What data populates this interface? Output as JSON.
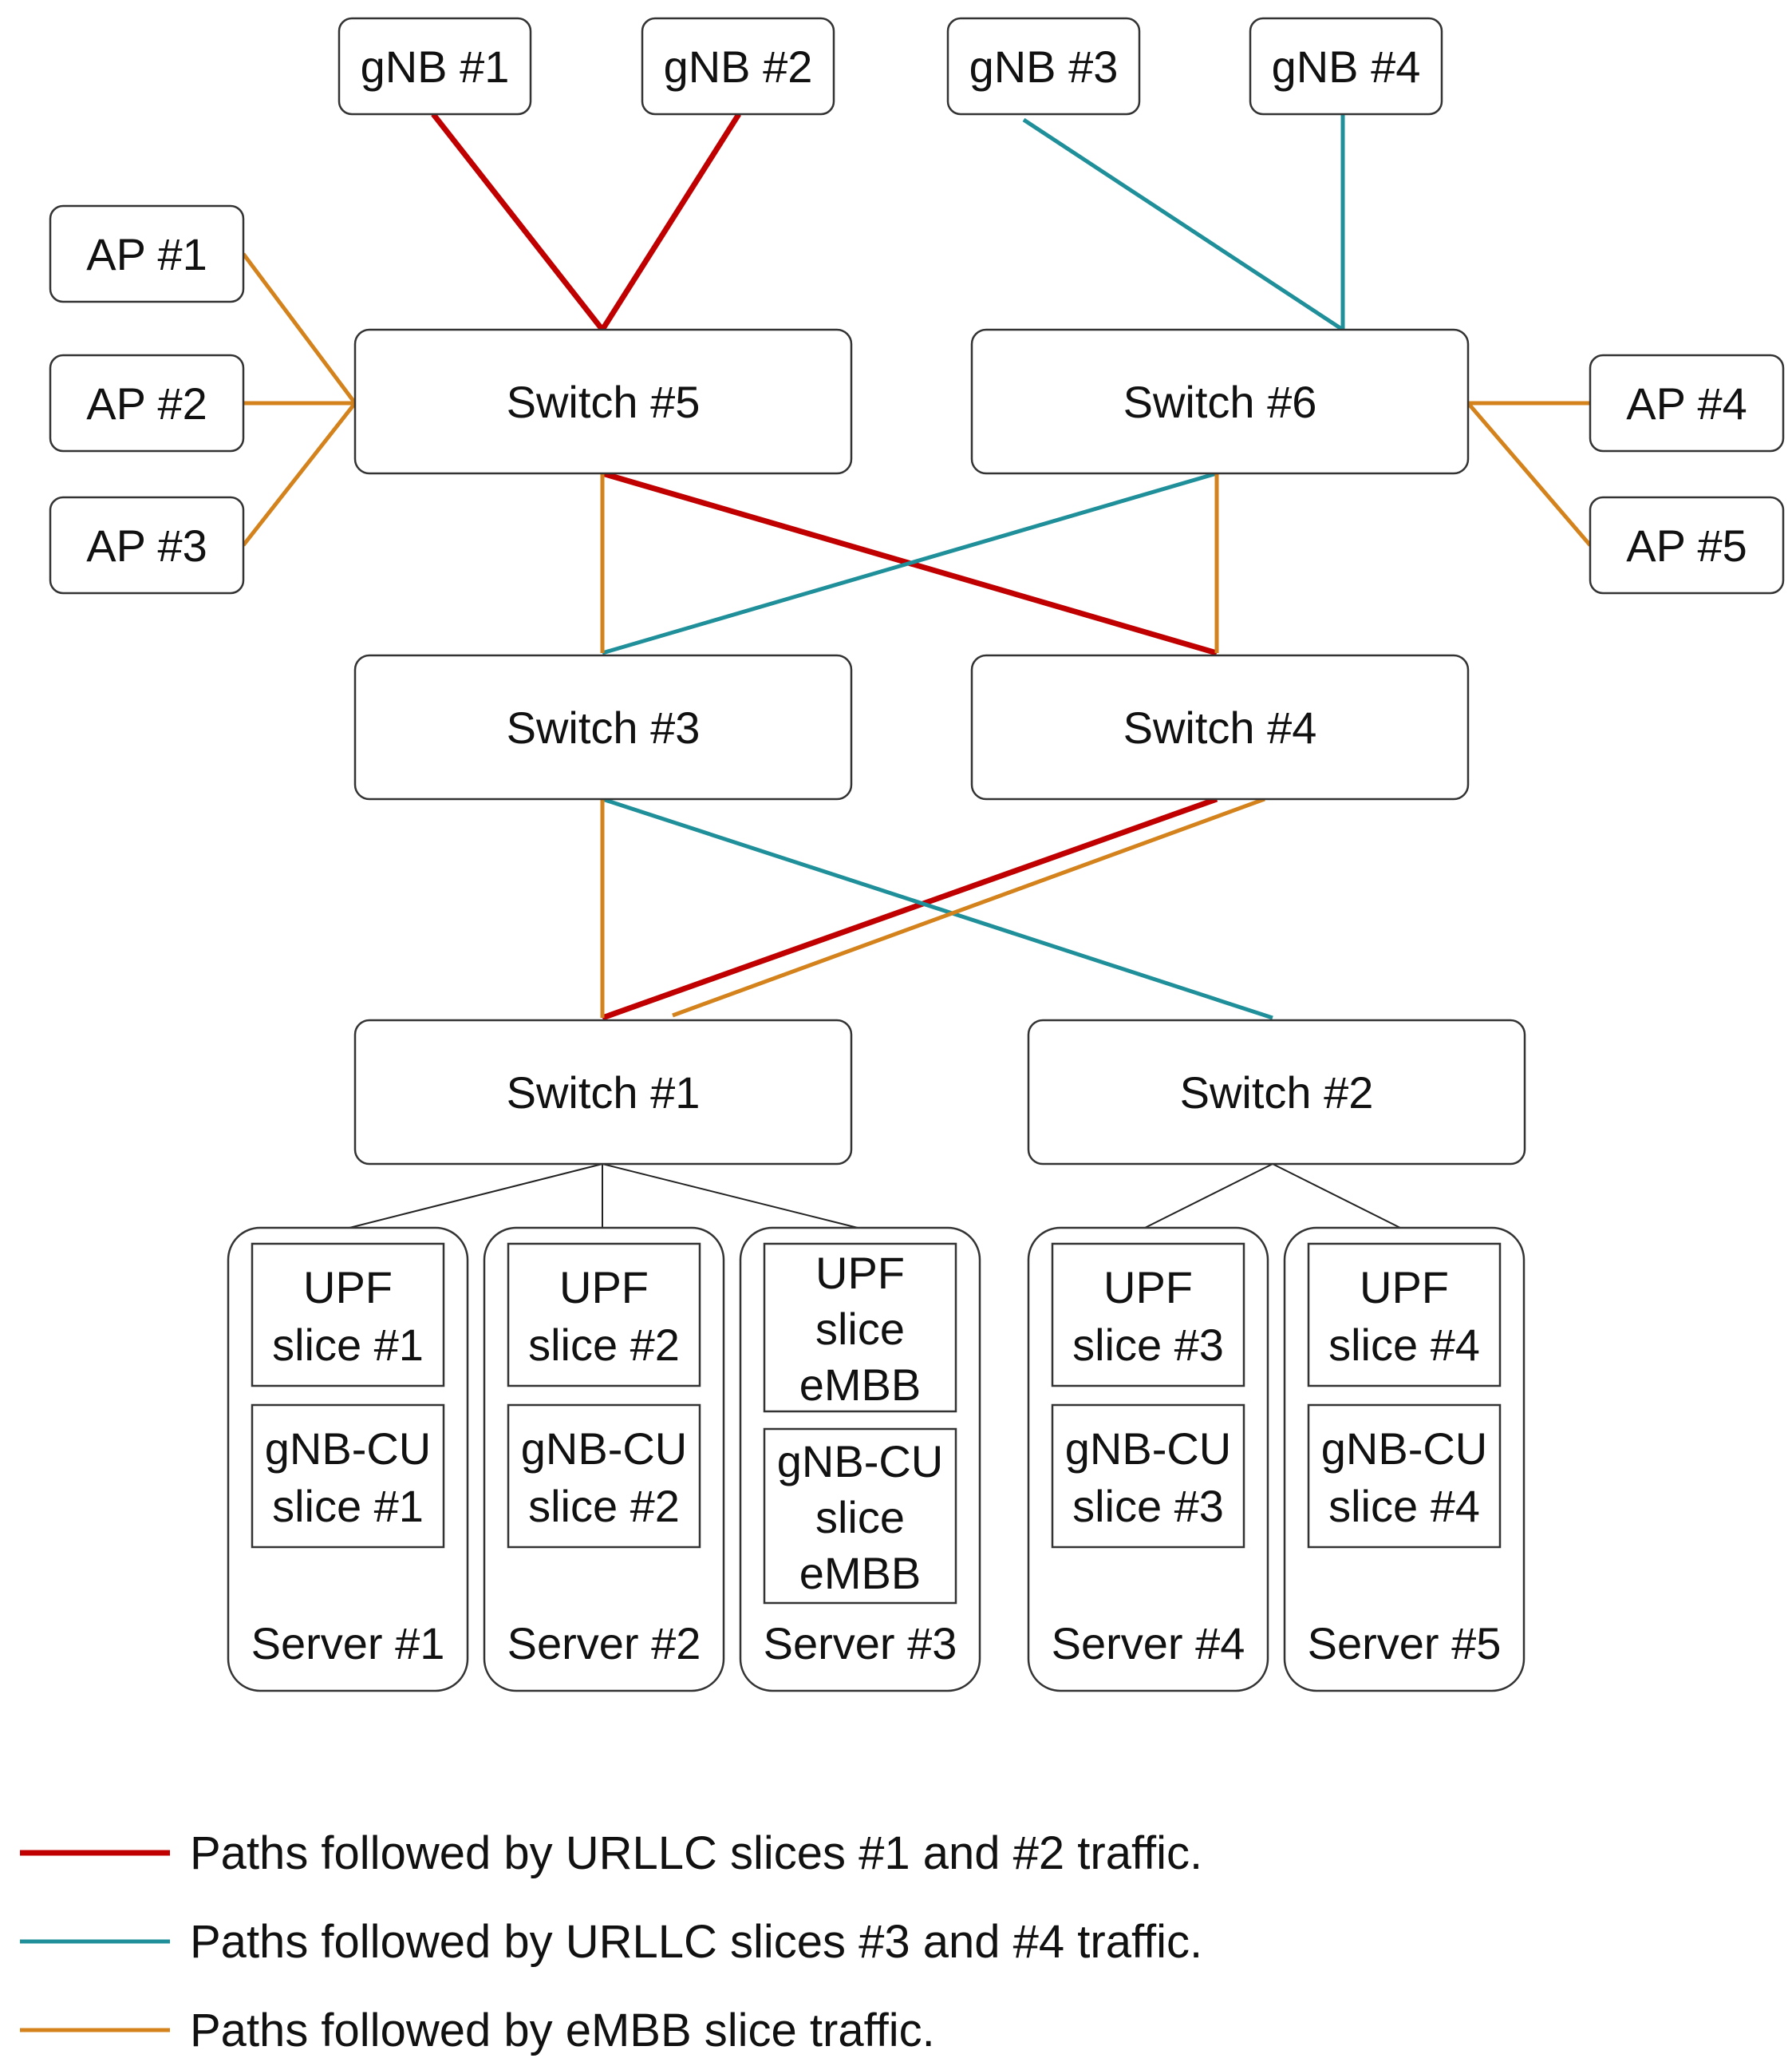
{
  "colors": {
    "urllc_1_2": "#c00000",
    "urllc_3_4": "#1f8f9a",
    "embb": "#d4821c"
  },
  "gnbs": [
    "gNB #1",
    "gNB #2",
    "gNB #3",
    "gNB #4"
  ],
  "aps": [
    "AP #1",
    "AP #2",
    "AP #3",
    "AP #4",
    "AP #5"
  ],
  "switches": {
    "s1": "Switch #1",
    "s2": "Switch #2",
    "s3": "Switch #3",
    "s4": "Switch #4",
    "s5": "Switch #5",
    "s6": "Switch #6"
  },
  "servers": [
    {
      "label": "Server #1",
      "upf": [
        "UPF",
        "slice #1"
      ],
      "cu": [
        "gNB-CU",
        "slice #1"
      ]
    },
    {
      "label": "Server #2",
      "upf": [
        "UPF",
        "slice #2"
      ],
      "cu": [
        "gNB-CU",
        "slice #2"
      ]
    },
    {
      "label": "Server #3",
      "upf": [
        "UPF",
        "slice",
        "eMBB"
      ],
      "cu": [
        "gNB-CU",
        "slice",
        "eMBB"
      ]
    },
    {
      "label": "Server #4",
      "upf": [
        "UPF",
        "slice #3"
      ],
      "cu": [
        "gNB-CU",
        "slice #3"
      ]
    },
    {
      "label": "Server #5",
      "upf": [
        "UPF",
        "slice #4"
      ],
      "cu": [
        "gNB-CU",
        "slice #4"
      ]
    }
  ],
  "legend": [
    {
      "text": "Paths followed by URLLC slices #1 and #2 traffic.",
      "color_key": "urllc_1_2"
    },
    {
      "text": "Paths followed by URLLC slices #3 and #4 traffic.",
      "color_key": "urllc_3_4"
    },
    {
      "text": "Paths followed by eMBB slice traffic.",
      "color_key": "embb"
    }
  ]
}
